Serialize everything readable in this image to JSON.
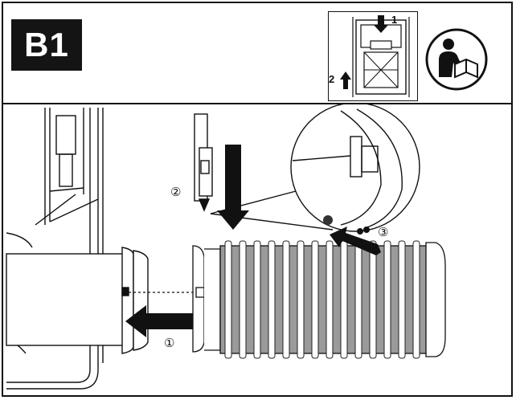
{
  "badge": {
    "label": "B1"
  },
  "steps": {
    "one": "①",
    "two": "②",
    "three": "③"
  },
  "inset": {
    "label_1": "1",
    "label_2": "2"
  },
  "icons": {
    "manual": "read-manual-icon"
  }
}
